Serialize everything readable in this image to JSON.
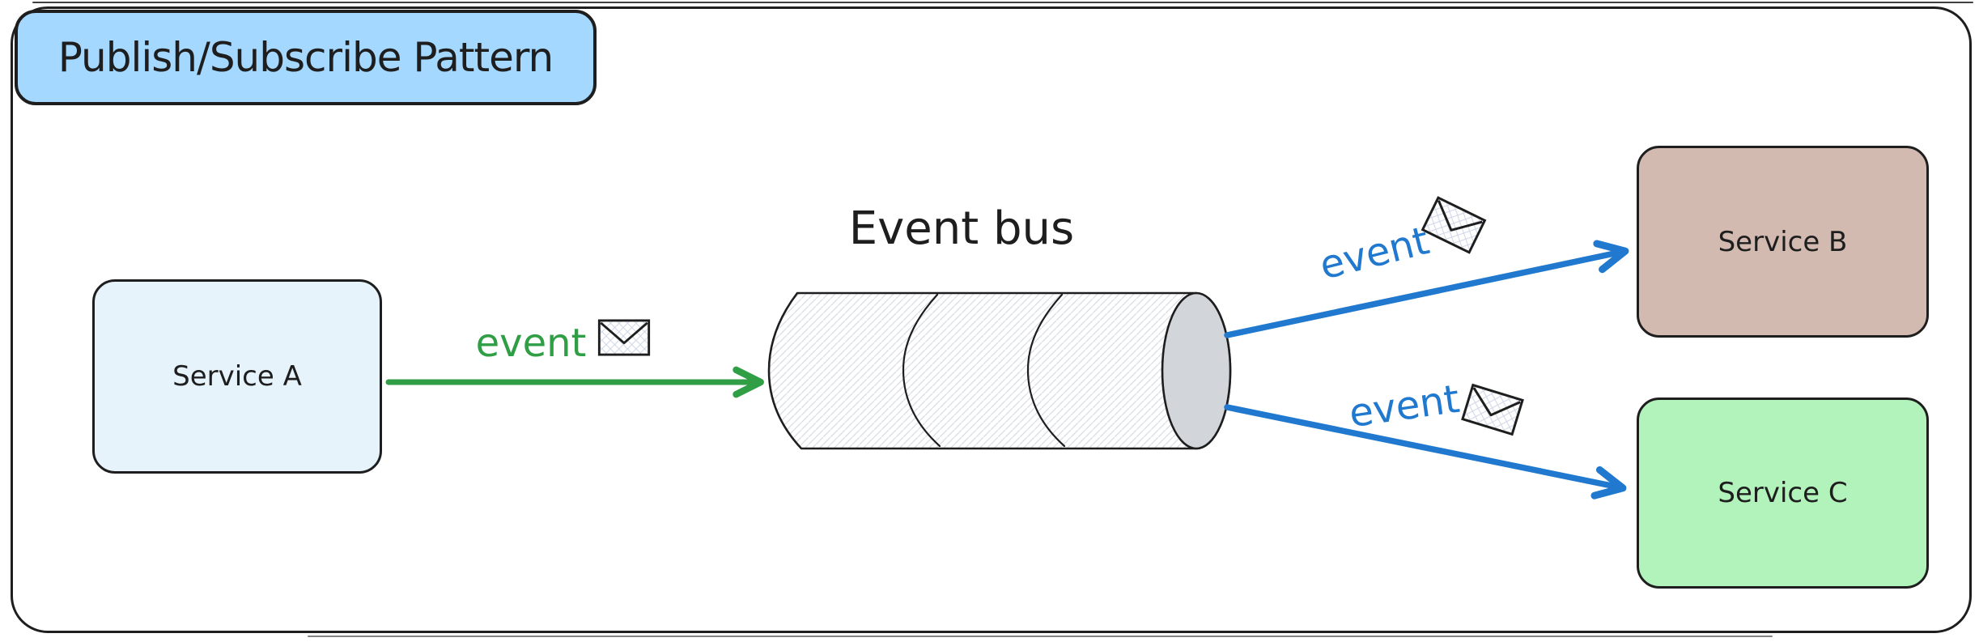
{
  "diagram": {
    "background": "#ffffff",
    "stroke_color": "#1e1e1e",
    "title": {
      "label": "Publish/Subscribe Pattern",
      "fill": "#a5d8ff"
    },
    "nodes": {
      "service_a": {
        "label": "Service A",
        "fill": "#e7f3fb"
      },
      "service_b": {
        "label": "Service B",
        "fill": "#d2bab0"
      },
      "service_c": {
        "label": "Service C",
        "fill": "#b2f2bb"
      }
    },
    "bus": {
      "label": "Event bus",
      "cap_fill": "#d2d6db",
      "hatch_color": "#d9dce3"
    },
    "edges": {
      "publish": {
        "label": "event",
        "color": "#2f9e44",
        "icon": "envelope"
      },
      "subscribe_b": {
        "label": "event",
        "color": "#2079ce",
        "icon": "envelope"
      },
      "subscribe_c": {
        "label": "event",
        "color": "#2079ce",
        "icon": "envelope"
      }
    }
  }
}
